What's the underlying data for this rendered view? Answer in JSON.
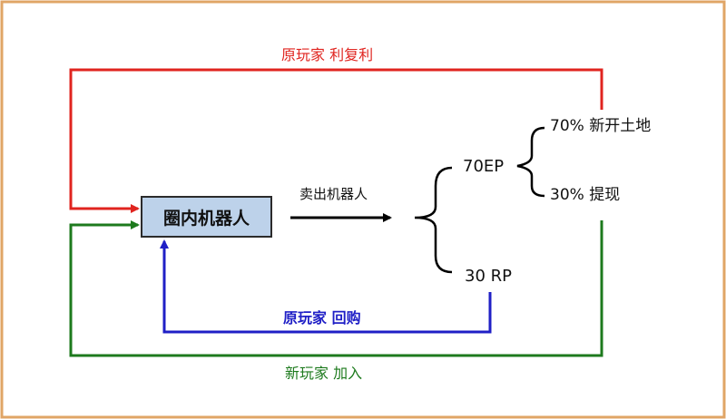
{
  "colors": {
    "frame": "#e0a566",
    "red": "#e0241f",
    "green": "#1d7a1d",
    "blue": "#1f1fc6",
    "box_fill": "#bdd2ea",
    "text": "#111111"
  },
  "diagram": {
    "center_box": "圈内机器人",
    "sell_label": "卖出机器人",
    "ep_label": "70EP",
    "rp_label": "30 RP",
    "land_label": "70% 新开土地",
    "withdraw_label": "30%  提现",
    "red_label": "原玩家 利复利",
    "blue_label": "原玩家 回购",
    "green_label": "新玩家 加入"
  }
}
